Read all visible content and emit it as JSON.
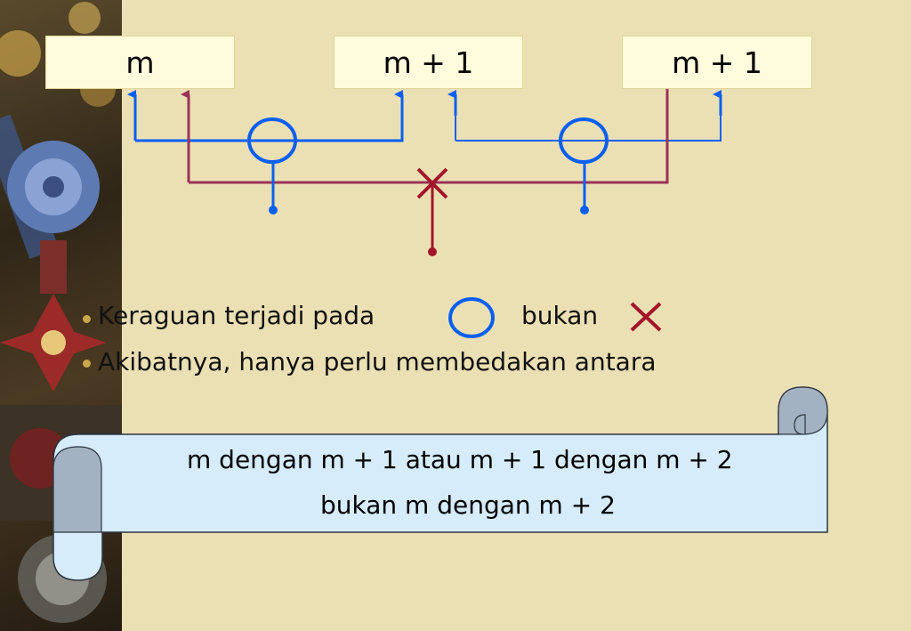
{
  "boxes": [
    {
      "label": "m"
    },
    {
      "label": "m + 1"
    },
    {
      "label": "m + 1"
    }
  ],
  "legend": {
    "line1_text": "Keraguan terjadi pada",
    "line1_middle": "bukan",
    "line2_text": "Akibatnya, hanya perlu membedakan antara"
  },
  "scroll": {
    "line1": "m dengan m + 1 atau m + 1 dengan m + 2",
    "line2": "bukan m dengan m + 2"
  },
  "colors": {
    "background": "#ebe0b4",
    "blue": "#0a5ff0",
    "maroon": "#9b3358",
    "cross": "#a3152a",
    "scroll_fill": "#d6ecfb",
    "scroll_curl": "#a2b2c2",
    "box_fill": "#fffbdc"
  },
  "icons": [
    "circle-icon",
    "cross-icon",
    "arrow-up-icon",
    "bullet-icon"
  ]
}
